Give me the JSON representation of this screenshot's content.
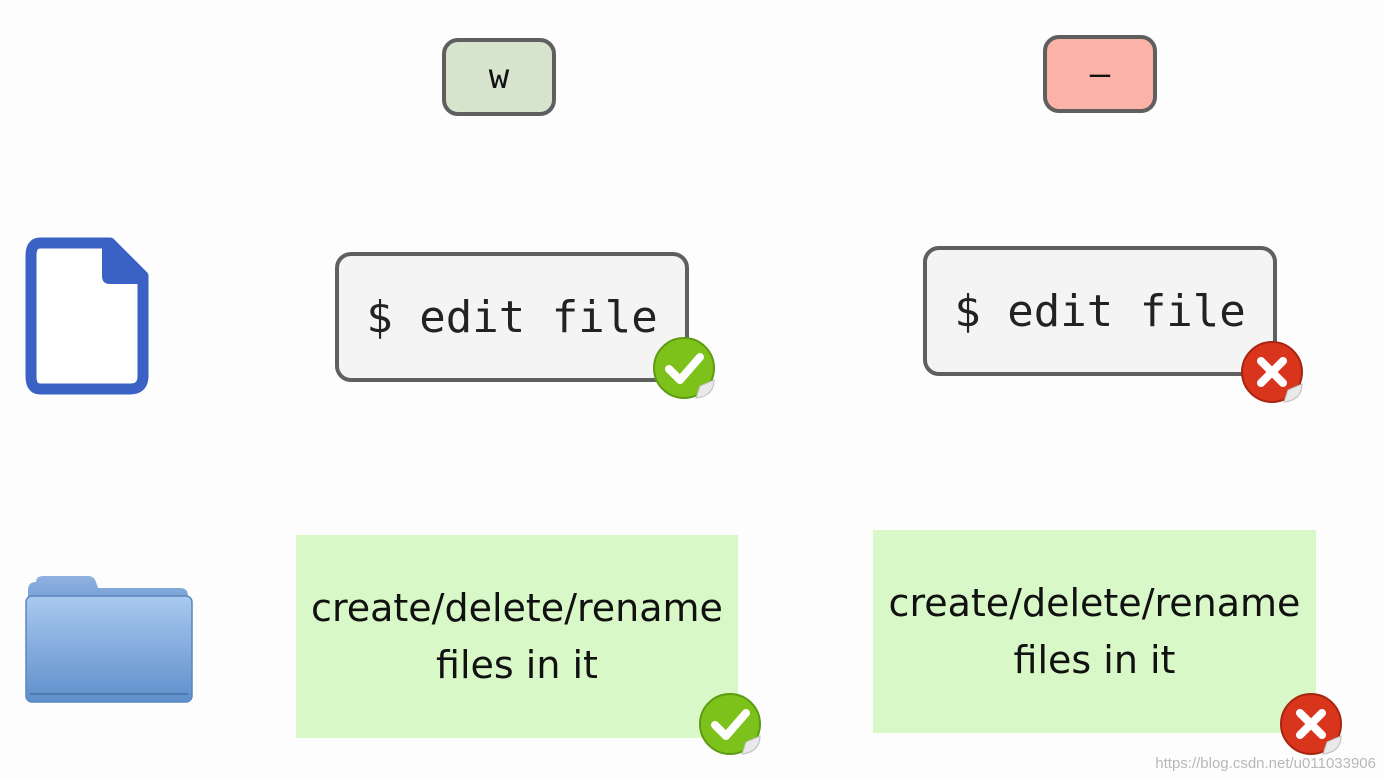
{
  "permissions": {
    "write_key": "w",
    "none_key": "–"
  },
  "rows": {
    "file": {
      "icon": "file-icon",
      "with_write": "$ edit file",
      "without_write": "$ edit file"
    },
    "directory": {
      "icon": "folder-icon",
      "with_write_line1": "create/delete/rename",
      "with_write_line2": "files in it",
      "without_write_line1": "create/delete/rename",
      "without_write_line2": "files in it"
    }
  },
  "badges": {
    "allowed_icon": "green-check-icon",
    "denied_icon": "red-x-icon",
    "allowed_color": "#7cc21b",
    "denied_color": "#d8351c"
  },
  "watermark": "https://blog.csdn.net/u011033906"
}
